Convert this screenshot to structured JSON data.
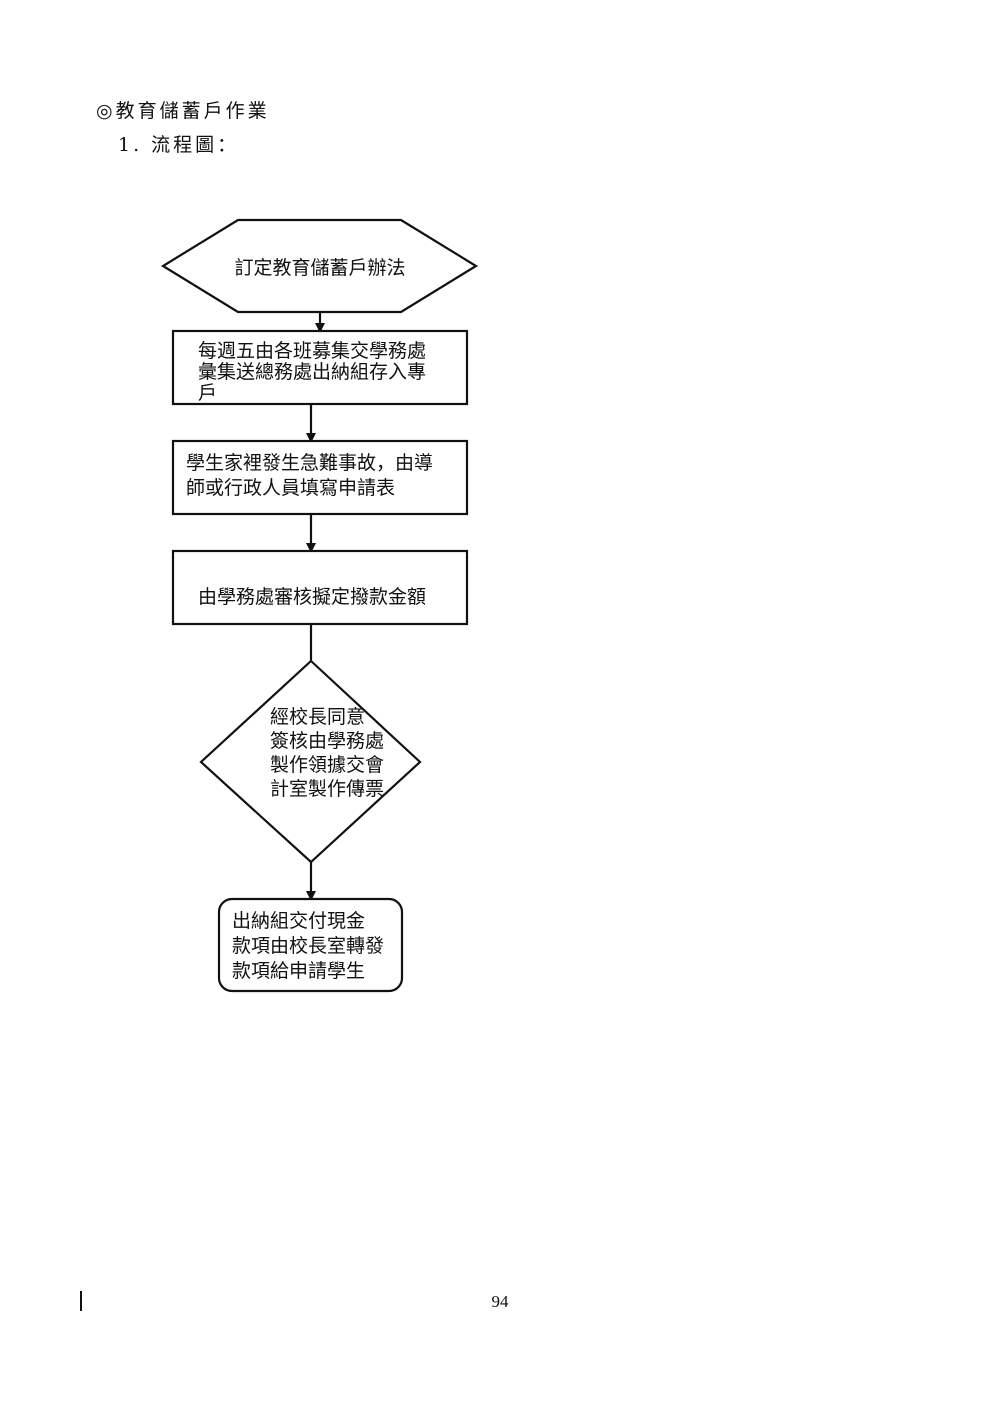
{
  "document": {
    "heading": "◎教育儲蓄戶作業",
    "subheading": "1. 流程圖：",
    "page_number": "94"
  },
  "flowchart": {
    "start": {
      "lines": [
        "訂定教育儲蓄戶辦法"
      ]
    },
    "step1": {
      "lines": [
        "每週五由各班募集交學務處",
        "彙集送總務處出納組存入專",
        "戶"
      ]
    },
    "step2": {
      "lines": [
        "學生家裡發生急難事故，由導",
        "師或行政人員填寫申請表"
      ]
    },
    "step3": {
      "lines": [
        "由學務處審核擬定撥款金額"
      ]
    },
    "decision": {
      "lines": [
        "經校長同意",
        "簽核由學務處",
        "製作領據交會",
        "計室製作傳票"
      ]
    },
    "end": {
      "lines": [
        "出納組交付現金",
        "款項由校長室轉發",
        "款項給申請學生"
      ]
    }
  }
}
